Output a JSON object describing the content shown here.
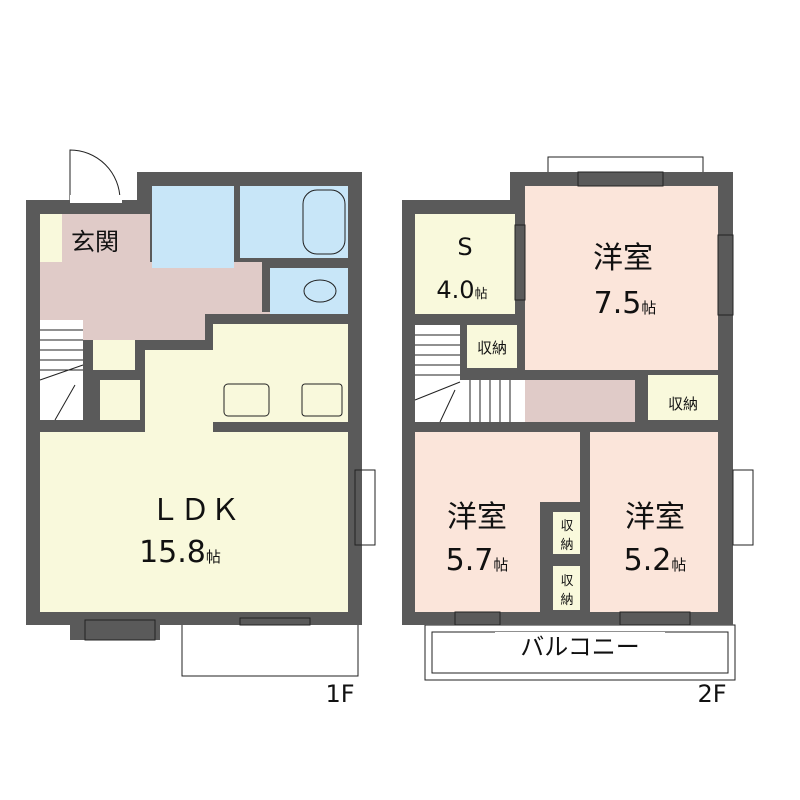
{
  "floor1": {
    "label": "1F",
    "rooms": {
      "entrance": "玄関",
      "ldk_name": "ＬＤＫ",
      "ldk_size": "15.8",
      "ldk_unit": "帖"
    }
  },
  "floor2": {
    "label": "2F",
    "rooms": {
      "s_name": "S",
      "s_size": "4.0",
      "s_unit": "帖",
      "western1_name": "洋室",
      "western1_size": "7.5",
      "western1_unit": "帖",
      "western2_name": "洋室",
      "western2_size": "5.7",
      "western2_unit": "帖",
      "western3_name": "洋室",
      "western3_size": "5.2",
      "western3_unit": "帖",
      "storage": "収納",
      "storage_a": "収",
      "storage_b": "納",
      "balcony": "バルコニー"
    }
  },
  "colors": {
    "wall": "#5a5a5a",
    "ivory": "#f9f9dc",
    "pink": "#fbe5da",
    "blue": "#c8e6f8",
    "hall": "#e0cbc8"
  }
}
